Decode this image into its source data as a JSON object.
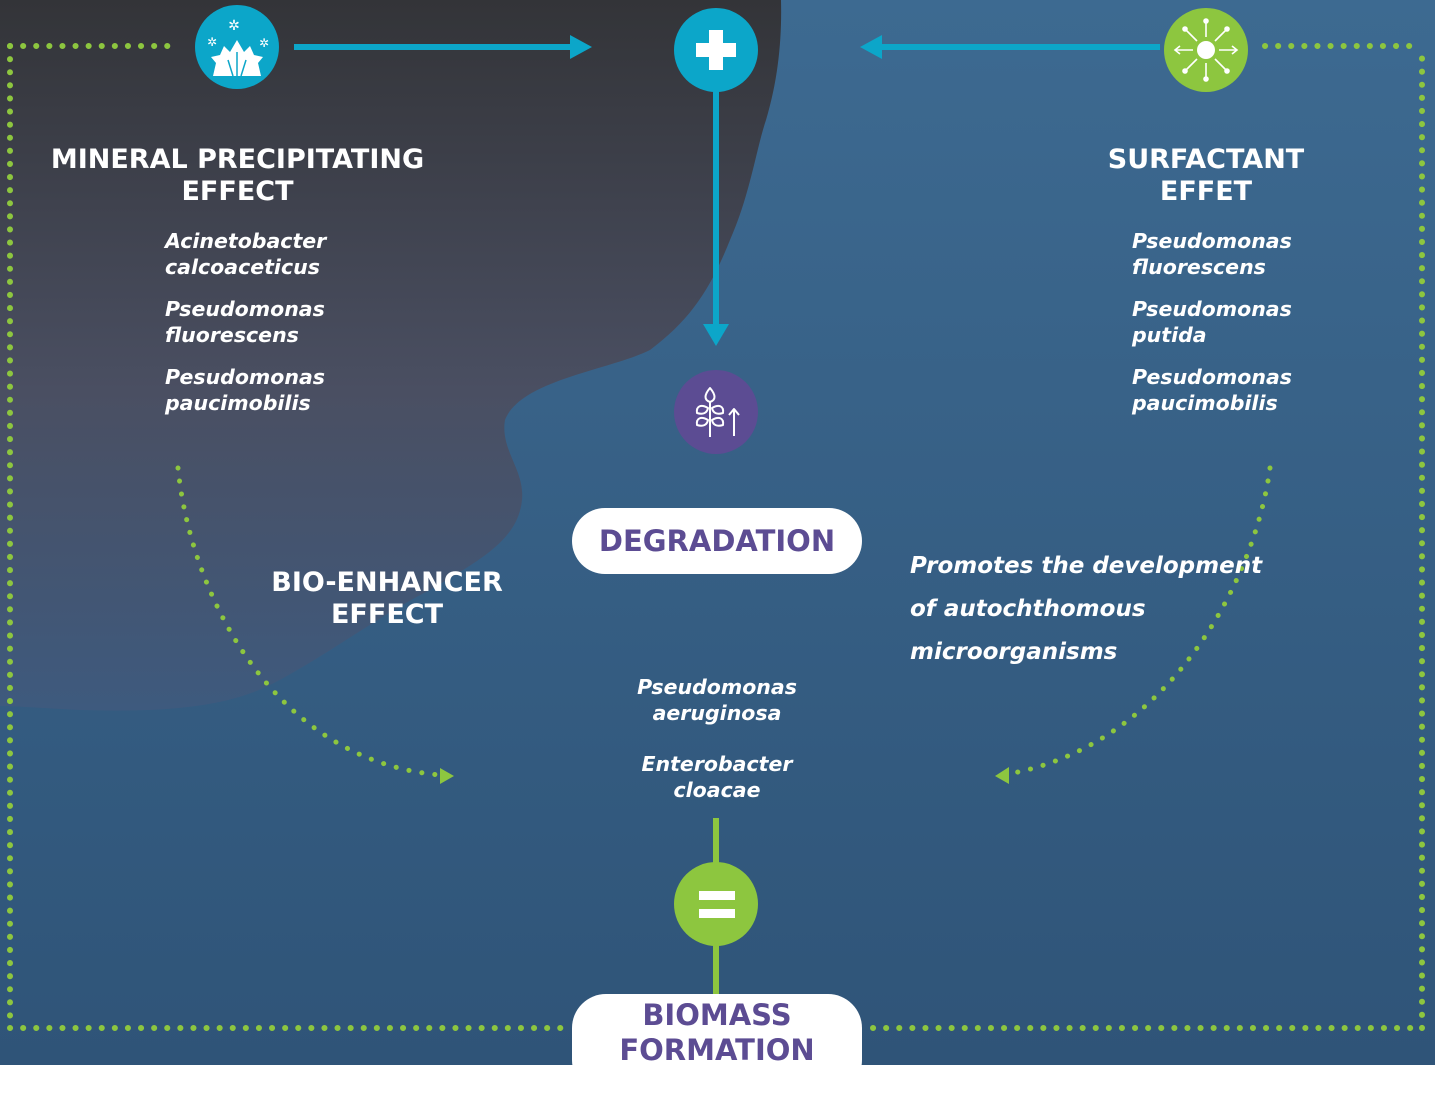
{
  "mineral": {
    "title_line1": "MINERAL PRECIPITATING",
    "title_line2": "EFFECT",
    "species": [
      {
        "line1": "Acinetobacter",
        "line2": "calcoaceticus"
      },
      {
        "line1": "Pseudomonas",
        "line2": "fluorescens"
      },
      {
        "line1": "Pesudomonas",
        "line2": "paucimobilis"
      }
    ],
    "icon": "mineral-crystal-icon"
  },
  "surfactant": {
    "title_line1": "SURFACTANT",
    "title_line2": "EFFET",
    "species": [
      {
        "line1": "Pseudomonas",
        "line2": "fluorescens"
      },
      {
        "line1": "Pseudomonas",
        "line2": "putida"
      },
      {
        "line1": "Pesudomonas",
        "line2": "paucimobilis"
      }
    ],
    "icon": "surfactant-burst-icon"
  },
  "bio_enhancer": {
    "title_line1": "BIO-ENHANCER",
    "title_line2": "EFFECT"
  },
  "promotes": {
    "line1": "Promotes the development",
    "line2": "of autochthomous",
    "line3": "microorganisms"
  },
  "degradation": {
    "label": "DEGRADATION",
    "icon": "plant-growth-icon"
  },
  "center_species": [
    {
      "line1": "Pseudomonas",
      "line2": "aeruginosa"
    },
    {
      "line1": "Enterobacter",
      "line2": "cloacae"
    }
  ],
  "plus_icon": "plus-icon",
  "equals_icon": "equals-icon",
  "biomass": {
    "line1": "BIOMASS",
    "line2": "FORMATION"
  },
  "colors": {
    "teal": "#0ca6c9",
    "green": "#8dc63f",
    "purple": "#5c4c93",
    "blue_bg": "#386187",
    "dark_bg": "#3b3d47"
  }
}
